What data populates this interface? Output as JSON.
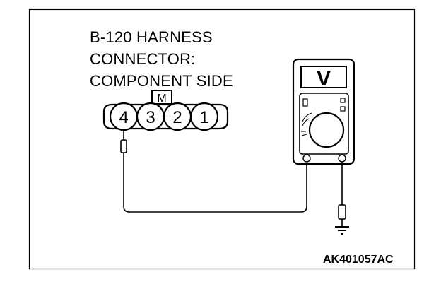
{
  "connector": {
    "title_lines": [
      "B-120 HARNESS",
      "CONNECTOR:",
      "COMPONENT SIDE"
    ],
    "lock_label": "M",
    "pins": [
      "4",
      "3",
      "2",
      "1"
    ]
  },
  "meter": {
    "display_symbol": "V"
  },
  "figure_code": "AK401057AC"
}
